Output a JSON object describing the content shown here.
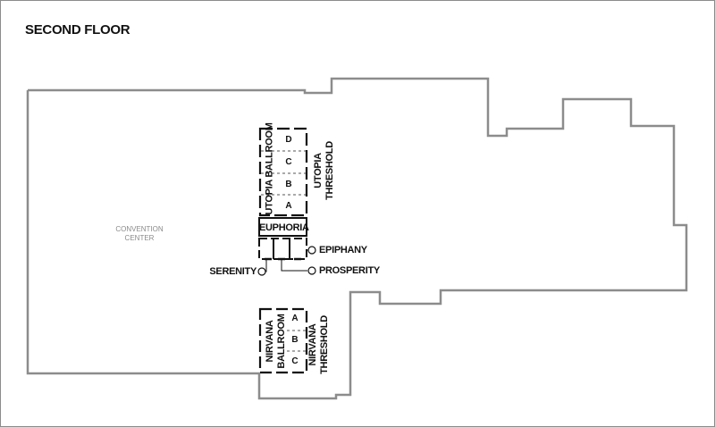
{
  "title": "SECOND FLOOR",
  "colors": {
    "outline": "#8c8c8c",
    "room": "#111111",
    "convention_text": "#8a8a8a"
  },
  "convention_center": {
    "line1": "CONVENTION",
    "line2": "CENTER"
  },
  "utopia": {
    "name": "UTOPIA BALLROOM",
    "threshold_line1": "UTOPIA",
    "threshold_line2": "THRESHOLD",
    "sections": [
      "D",
      "C",
      "B",
      "A"
    ]
  },
  "euphoria": "EUPHORIA",
  "epiphany": "EPIPHANY",
  "serenity": "SERENITY",
  "prosperity": "PROSPERITY",
  "nirvana": {
    "name_line1": "NIRVANA",
    "name_line2": "BALLROOM",
    "threshold_line1": "NIRVANA",
    "threshold_line2": "THRESHOLD",
    "sections": [
      "A",
      "B",
      "C"
    ]
  }
}
